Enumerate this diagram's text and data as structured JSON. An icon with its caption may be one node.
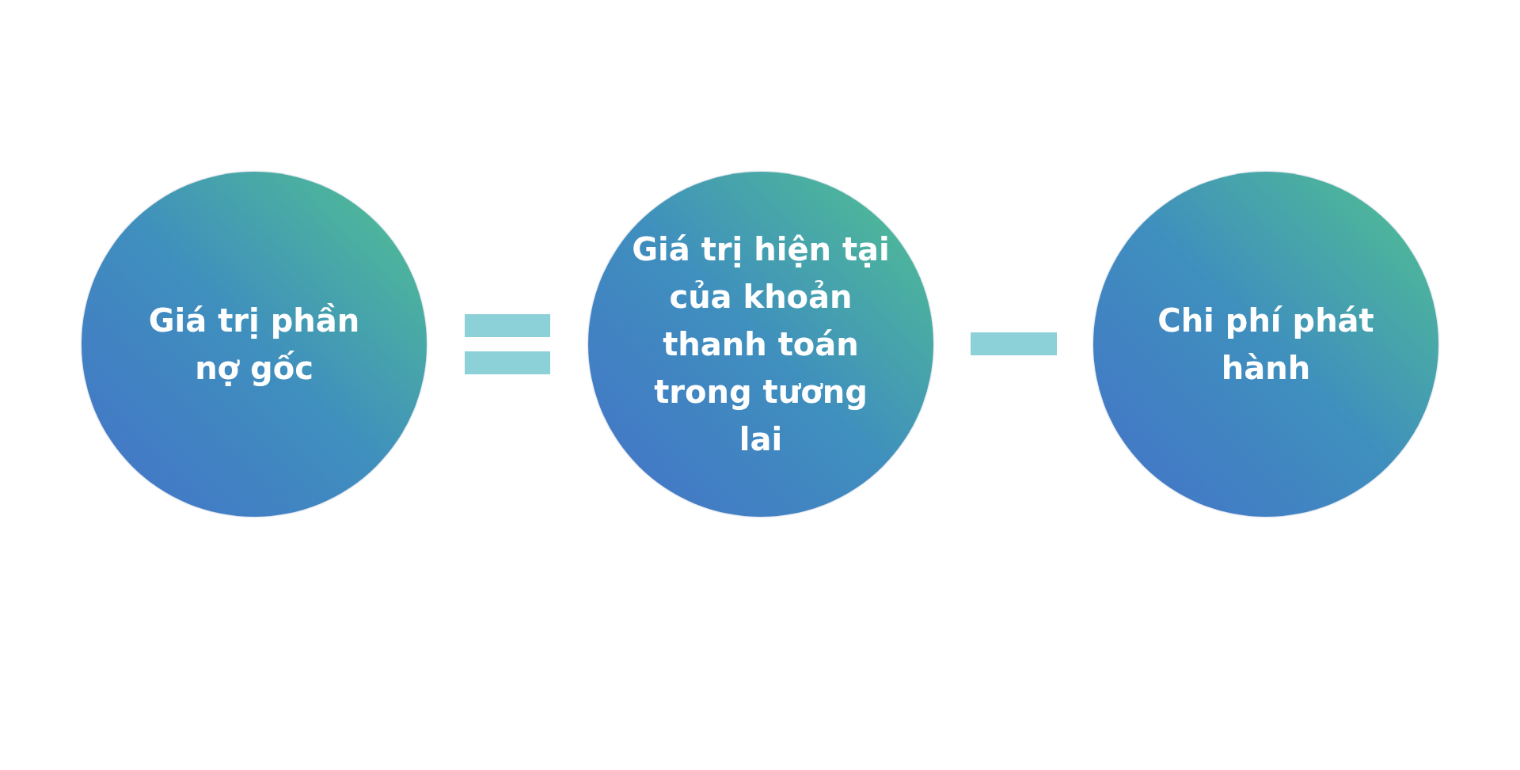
{
  "diagram": {
    "nodes": [
      {
        "text": [
          "Giá trị phần nợ gốc"
        ]
      },
      {
        "text": [
          "Giá trị hiện tại của khoản thanh toán trong tương lai"
        ]
      },
      {
        "text": [
          "Chi phí phát hành"
        ]
      }
    ]
  }
}
